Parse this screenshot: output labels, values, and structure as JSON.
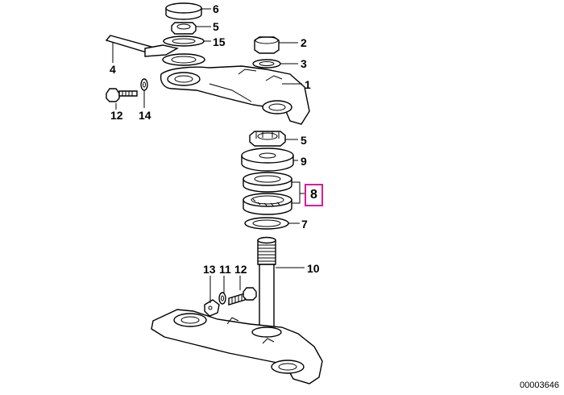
{
  "diagram": {
    "callouts": {
      "c6": "6",
      "c5_top": "5",
      "c15": "15",
      "c4": "4",
      "c2": "2",
      "c3": "3",
      "c1": "1",
      "c12_top": "12",
      "c14": "14",
      "c5_mid": "5",
      "c9": "9",
      "c8": "8",
      "c7": "7",
      "c10": "10",
      "c13": "13",
      "c11": "11",
      "c12_bot": "12"
    },
    "highlight_color": "#e0189a",
    "document_number": "00003646"
  }
}
